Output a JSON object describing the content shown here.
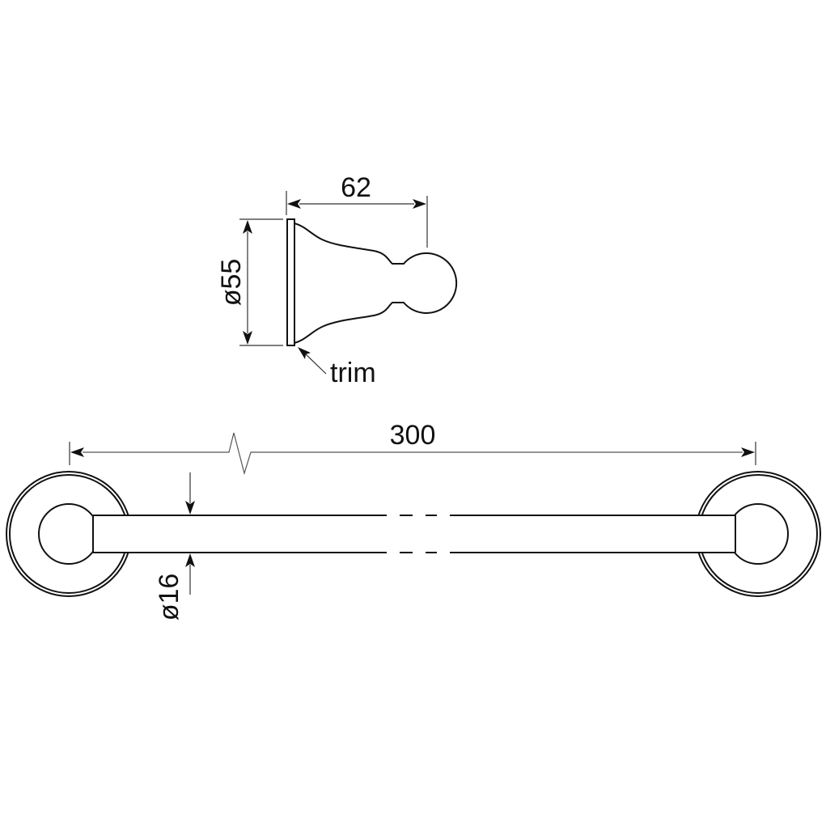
{
  "drawing": {
    "hook": {
      "width_dim": "62",
      "diameter_dim": "ø55",
      "trim_label": "trim"
    },
    "towel_bar": {
      "length_dim": "300",
      "bar_diameter_dim": "ø16"
    }
  },
  "colors": {
    "line": "#111111",
    "dim_line": "#555555",
    "background": "#ffffff"
  }
}
